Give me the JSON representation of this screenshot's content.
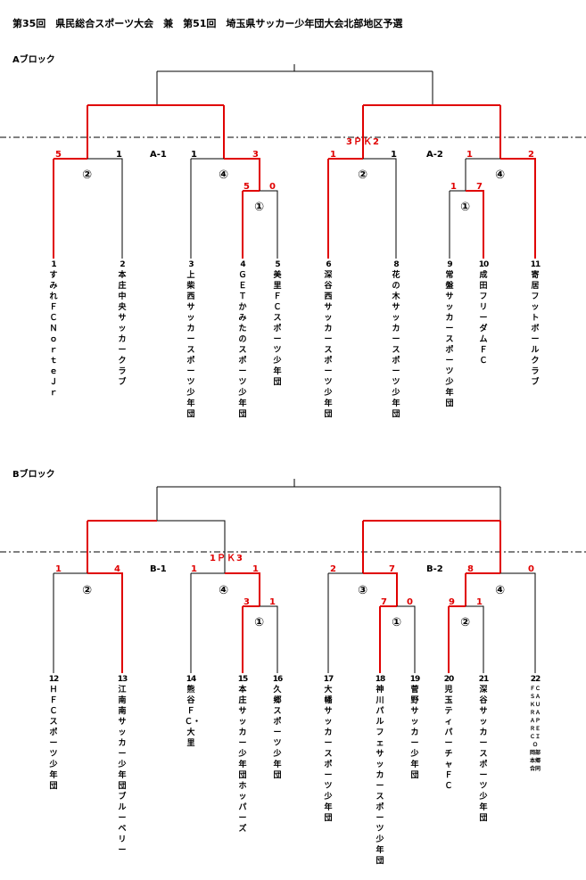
{
  "title": "第35回　県民総合スポーツ大会　兼　第51回　埼玉県サッカー少年団大会北部地区予選",
  "blocks": {
    "a": {
      "label": "Aブロック",
      "groups": [
        "A-1",
        "A-2"
      ],
      "pk": "3ＰＫ2",
      "match_numbers": [
        "②",
        "④",
        "①",
        "②",
        "④",
        "①"
      ],
      "scores": [
        "5",
        "1",
        "1",
        "3",
        "5",
        "0",
        "1",
        "1",
        "1",
        "2",
        "1",
        "7"
      ],
      "teams": [
        {
          "num": "1",
          "name": "すみれＦＣ　Ｎｏｒｔｅ　Ｊｒ"
        },
        {
          "num": "2",
          "name": "本庄中央サッカークラブ"
        },
        {
          "num": "3",
          "name": "上柴西サッカースポーツ少年団"
        },
        {
          "num": "4",
          "name": "ＧＥＴかみたのスポーツ少年団"
        },
        {
          "num": "5",
          "name": "美里ＦＣスポーツ少年団"
        },
        {
          "num": "6",
          "name": "深谷西サッカースポーツ少年団"
        },
        {
          "num": "8",
          "name": "花の木サッカースポーツ少年団"
        },
        {
          "num": "9",
          "name": "常盤サッカースポーツ少年団"
        },
        {
          "num": "10",
          "name": "成田フリーダムＦＣ"
        },
        {
          "num": "11",
          "name": "寄居フットボールクラブ"
        }
      ]
    },
    "b": {
      "label": "Bブロック",
      "groups": [
        "B-1",
        "B-2"
      ],
      "pk": "1ＰＫ3",
      "match_numbers": [
        "②",
        "④",
        "①",
        "③",
        "①",
        "④",
        "②"
      ],
      "scores": [
        "1",
        "4",
        "1",
        "1",
        "3",
        "1",
        "2",
        "7",
        "7",
        "0",
        "8",
        "0",
        "9",
        "1"
      ],
      "teams": [
        {
          "num": "12",
          "name": "ＨＦＣスポーツ少年団"
        },
        {
          "num": "13",
          "name": "江南南サッカー少年団　ブルーベリー"
        },
        {
          "num": "14",
          "name": "熊谷ＦＣ・大里"
        },
        {
          "num": "15",
          "name": "本庄サッカー少年団ホッパーズ"
        },
        {
          "num": "16",
          "name": "久郷スポーツ少年団"
        },
        {
          "num": "17",
          "name": "大幡サッカースポーツ少年団"
        },
        {
          "num": "18",
          "name": "神川パルフェサッカースポーツ少年団"
        },
        {
          "num": "19",
          "name": "菅野サッカー少年団"
        },
        {
          "num": "20",
          "name": "児玉ティパーチャＦＣ"
        },
        {
          "num": "21",
          "name": "深谷サッカースポーツ少年団"
        },
        {
          "num": "22",
          "name": "ＦＣ　ＳＡＫＵＲＡ　ＡＰＲＥＣＩＯ　岡部本郷合同"
        }
      ]
    }
  }
}
